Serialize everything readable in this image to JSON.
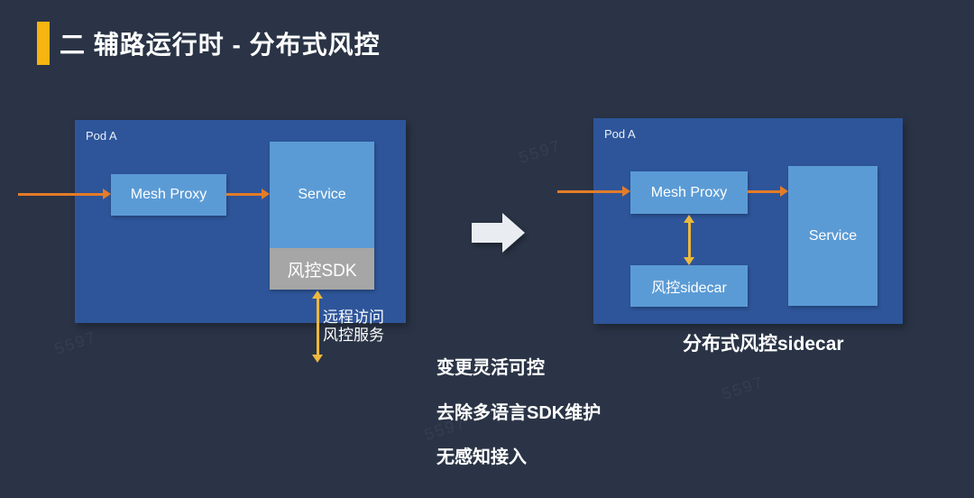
{
  "slide": {
    "title": "二 辅路运行时 - 分布式风控",
    "left_diagram": {
      "pod_label": "Pod A",
      "mesh_proxy_label": "Mesh Proxy",
      "service_label": "Service",
      "sdk_label": "风控SDK",
      "remote_note_line1": "远程访问",
      "remote_note_line2": "风控服务"
    },
    "right_diagram": {
      "pod_label": "Pod A",
      "mesh_proxy_label": "Mesh Proxy",
      "service_label": "Service",
      "sidecar_label": "风控sidecar",
      "caption": "分布式风控sidecar"
    },
    "bullets": [
      "变更灵活可控",
      "去除多语言SDK维护",
      "无感知接入"
    ],
    "watermark_text": "5597",
    "colors": {
      "background": "#2a3446",
      "title_accent": "#f6b511",
      "pod_fill": "#2e559a",
      "box_fill": "#5b9bd5",
      "sdk_gray": "#a6a6a6",
      "flow_arrow_orange": "#e47c28",
      "link_arrow_yellow": "#edb83e",
      "transform_arrow": "#e9edf2",
      "text": "#ffffff"
    }
  }
}
